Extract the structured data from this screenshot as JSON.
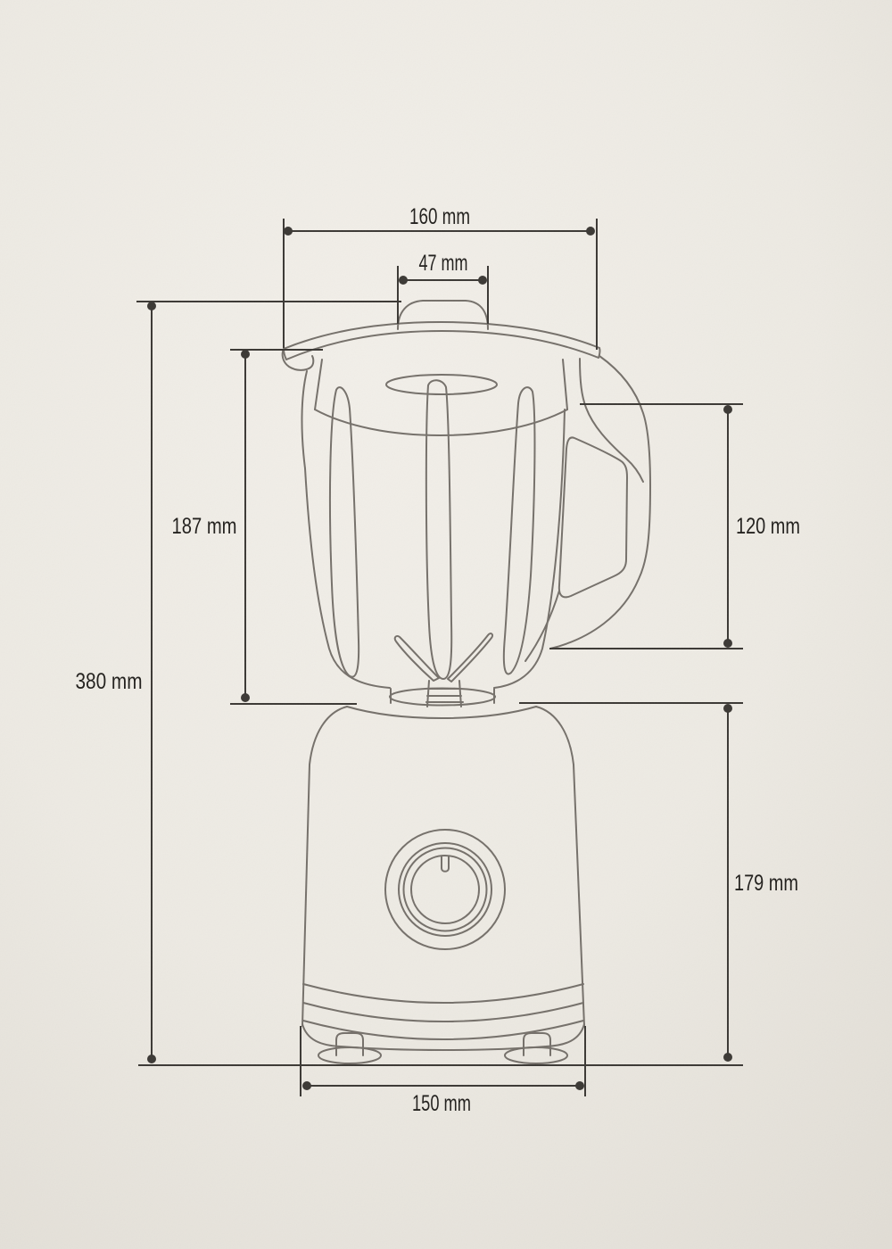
{
  "colors": {
    "background_light": "#f2efe9",
    "background": "#edeae3",
    "background_dark": "#e1ddd5",
    "line": "#75706a",
    "dim": "#3b3834",
    "text": "#201e1b"
  },
  "drawing": {
    "subject": "Blender technical line drawing with dimensions",
    "unit": "mm"
  },
  "dims": {
    "lid_width": {
      "label": "160 mm",
      "value": 160
    },
    "cap_width": {
      "label": "47 mm",
      "value": 47
    },
    "jar_height": {
      "label": "187 mm",
      "value": 187
    },
    "total_height": {
      "label": "380 mm",
      "value": 380
    },
    "handle_height": {
      "label": "120 mm",
      "value": 120
    },
    "base_height": {
      "label": "179 mm",
      "value": 179
    },
    "base_width": {
      "label": "150 mm",
      "value": 150
    }
  }
}
